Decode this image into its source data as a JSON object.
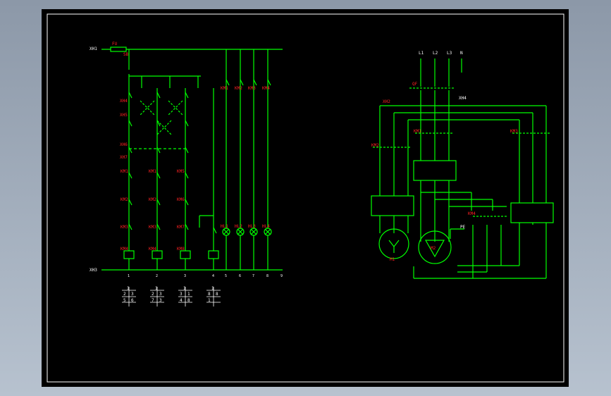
{
  "colors": {
    "background": "#a7b3c2",
    "sheet": "#000000",
    "frame": "#ffffff",
    "wire": "#00ff00",
    "label": "#ff2222",
    "text_white": "#ffffff"
  },
  "control_circuit": {
    "left_rail_label": "XH1",
    "bottom_rail_label": "XH3",
    "fuse_label": "FU",
    "row_labels": [
      "SB",
      "XH4",
      "XH5",
      "XH6",
      "XH7",
      "KM1",
      "KM2",
      "KM3",
      "KM4"
    ],
    "relay_labels": [
      "KM1",
      "KM2",
      "KM3",
      "KM4",
      "KM5",
      "KM6",
      "KM7",
      "KM8"
    ],
    "indicator_labels": [
      "KM1",
      "KM2",
      "KM3",
      "KM4"
    ],
    "lamp_labels": [
      "HL1",
      "HL2",
      "HL3",
      "HL4"
    ],
    "bottom_numbers": [
      "1",
      "2",
      "3",
      "4",
      "5",
      "6",
      "7",
      "8",
      "9"
    ],
    "contact_tables": [
      [
        "1",
        "2",
        "3",
        "5",
        "6"
      ],
      [
        "1",
        "2",
        "3",
        "7",
        "3"
      ],
      [
        "1",
        "3",
        "1",
        "4",
        "8"
      ],
      [
        "1",
        "8",
        "8",
        "1",
        ""
      ]
    ]
  },
  "power_circuit": {
    "phase_labels": [
      "L1",
      "L2",
      "L3",
      "N"
    ],
    "qf_label": "QF",
    "xh_top_label": "XH2",
    "xh_right_label": "XH4",
    "contactor_labels": [
      "KM1",
      "KM2",
      "KM3",
      "KM4"
    ],
    "motor_labels": [
      "M1",
      "M2"
    ],
    "pe_label": "PE"
  }
}
